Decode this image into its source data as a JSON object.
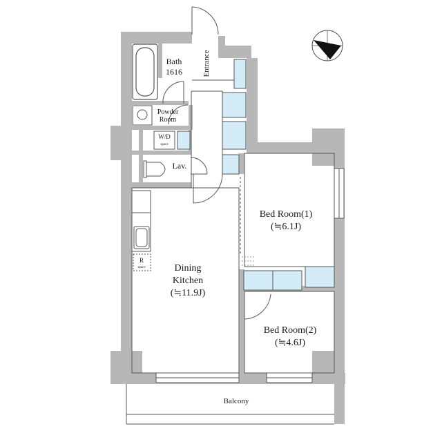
{
  "rooms": {
    "bath_name": "Bath",
    "bath_size": "1616",
    "entrance": "Entrance",
    "powder_1": "Powder",
    "powder_2": "Room",
    "wd": "W/D",
    "wd_space": "space",
    "lav": "Lav.",
    "bed1_name": "Bed Room(1)",
    "bed1_size": "(≒6.1J)",
    "bed2_name": "Bed Room(2)",
    "bed2_size": "(≒4.6J)",
    "dining_1": "Dining",
    "dining_2": "Kitchen",
    "dining_size": "(≒11.9J)",
    "fridge": "R",
    "fridge_space": "space",
    "balcony": "Balcony"
  },
  "icons": {
    "compass": "north-arrow-icon"
  },
  "colors": {
    "wall": "#b7b7b7",
    "storage": "#d4ecf7",
    "line": "#555555",
    "bg": "#ffffff"
  }
}
